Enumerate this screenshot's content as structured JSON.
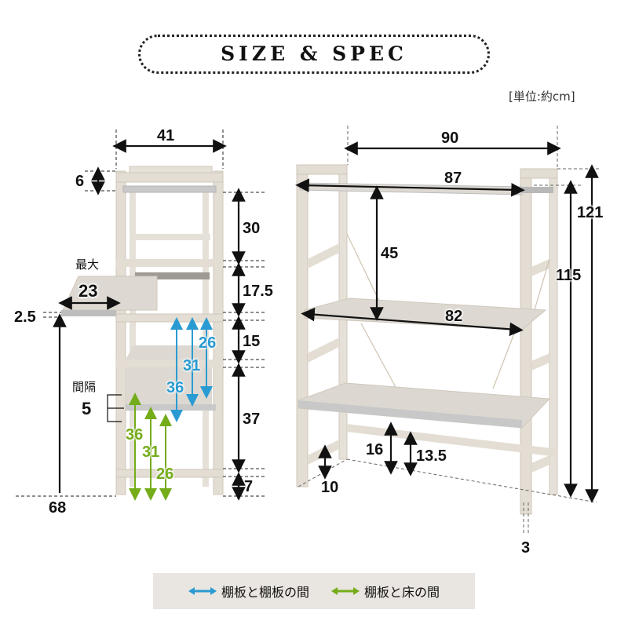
{
  "header": {
    "title": "SIZE & SPEC",
    "unit_note": "[単位:約cm]"
  },
  "side_view": {
    "depth_label": "41",
    "top_rail_label": "6",
    "slide_max_label": "最大",
    "slide_extension_label": "23",
    "slide_thickness_label": "2.5",
    "slide_height_label": "68",
    "interval_label": "間隔",
    "interval_value": "5",
    "right_dims": [
      "30",
      "17.5",
      "15",
      "37",
      "7"
    ],
    "shelf_to_shelf": [
      "36",
      "31",
      "26"
    ],
    "shelf_to_floor": [
      "36",
      "31",
      "26"
    ]
  },
  "front_view": {
    "outer_width_label": "90",
    "top_shelf_width_label": "87",
    "shelf_gap_label": "45",
    "middle_shelf_width_label": "82",
    "total_height_label": "121",
    "frame_height_label": "115",
    "bottom_clearance_label": "16",
    "bar_clearance_label": "13.5",
    "foot_height_label": "10",
    "adjuster_label": "3"
  },
  "legend": {
    "items": [
      {
        "label": "棚板と棚板の間",
        "color": "#2a9bd2"
      },
      {
        "label": "棚板と床の間",
        "color": "#74ac1a"
      }
    ]
  },
  "colors": {
    "frame": "#e3ddd3",
    "frame_edge": "#cfc7bb",
    "shelf_top": "#ddd9d2",
    "shelf_edge": "#bdbdbd",
    "dimension": "#111111",
    "shelf_to_shelf": "#2a9bd2",
    "shelf_to_floor": "#74ac1a",
    "legend_bg": "#e9e5e0"
  }
}
